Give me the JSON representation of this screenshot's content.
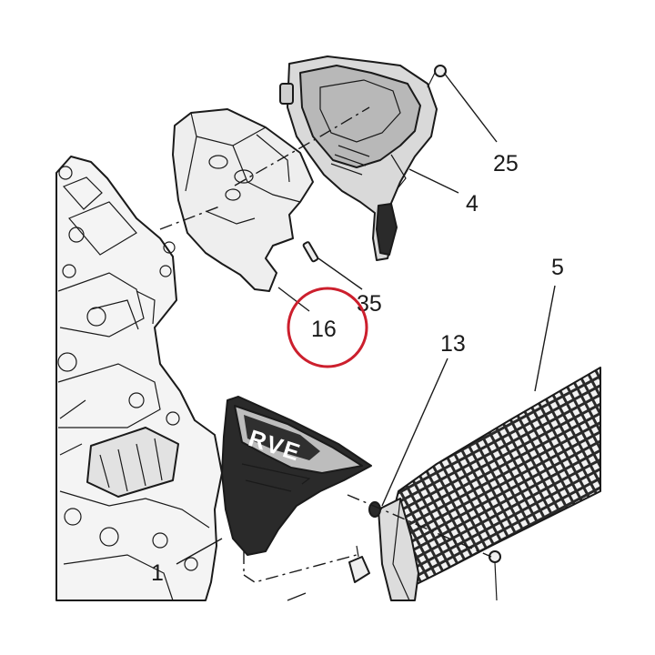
{
  "callouts": {
    "c1": "1",
    "c4": "4",
    "c5": "5",
    "c13": "13",
    "c16": "16",
    "c25": "25",
    "c35": "35"
  },
  "highlight": {
    "target": "16",
    "color": "#cc1f2d"
  },
  "panel_logo": "RVE",
  "colors": {
    "line": "#1a1a1a",
    "part_dark": "#2a2a2a",
    "part_light": "#e6e6e6",
    "highlight": "#cc1f2d"
  }
}
